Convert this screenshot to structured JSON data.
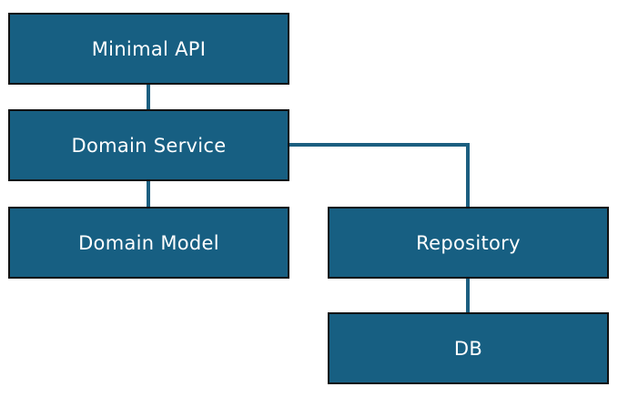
{
  "diagram": {
    "nodes": [
      {
        "id": "minimal-api",
        "label": "Minimal API"
      },
      {
        "id": "domain-service",
        "label": "Domain Service"
      },
      {
        "id": "domain-model",
        "label": "Domain Model"
      },
      {
        "id": "repository",
        "label": "Repository"
      },
      {
        "id": "db",
        "label": "DB"
      }
    ],
    "edges": [
      {
        "from": "minimal-api",
        "to": "domain-service"
      },
      {
        "from": "domain-service",
        "to": "domain-model"
      },
      {
        "from": "domain-service",
        "to": "repository"
      },
      {
        "from": "repository",
        "to": "db"
      }
    ],
    "colors": {
      "node_fill": "#175f82",
      "node_border": "#111111",
      "node_text": "#ffffff",
      "connector": "#1c5f80",
      "background": "#ffffff"
    }
  }
}
